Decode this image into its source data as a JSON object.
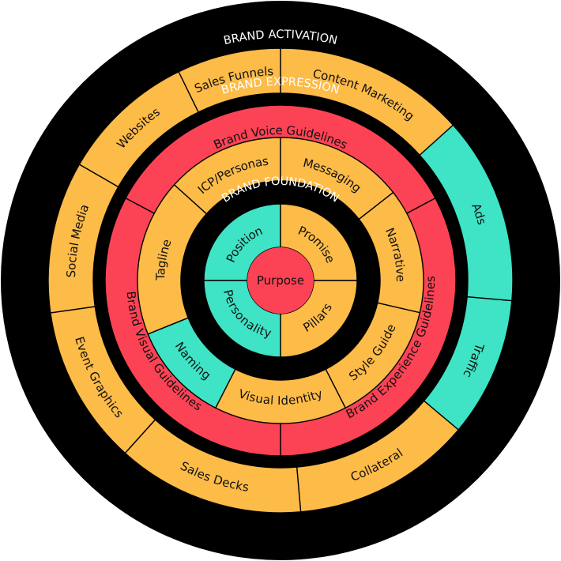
{
  "colors": {
    "yellow": "#FDBB48",
    "teal": "#3FE3C5",
    "red": "#FB4355",
    "black": "#000000",
    "band_text": "#FFFFFF",
    "label_text": "#111111"
  },
  "center": {
    "label": "Purpose",
    "color": "red"
  },
  "rings": [
    {
      "id": "brand-foundation",
      "title": "BRAND FOUNDATION",
      "segments": [
        {
          "label": "Position",
          "color": "teal"
        },
        {
          "label": "Promise",
          "color": "yellow"
        },
        {
          "label": "Pillars",
          "color": "yellow"
        },
        {
          "label": "Personality",
          "color": "teal"
        }
      ]
    },
    {
      "id": "brand-expression-inner",
      "segments": [
        {
          "label": "ICP/Personas",
          "color": "yellow"
        },
        {
          "label": "Messaging",
          "color": "yellow"
        },
        {
          "label": "Narrative",
          "color": "yellow"
        },
        {
          "label": "Style Guide",
          "color": "yellow"
        },
        {
          "label": "Visual Identity",
          "color": "yellow"
        },
        {
          "label": "Naming",
          "color": "teal"
        },
        {
          "label": "Tagline",
          "color": "yellow"
        }
      ]
    },
    {
      "id": "brand-expression-guidelines",
      "title": "BRAND EXPRESSION",
      "segments": [
        {
          "label": "Brand Voice Guidelines",
          "color": "red"
        },
        {
          "label": "Brand Experience Guidelines",
          "color": "red"
        },
        {
          "label": "Brand Visual Guidelines",
          "color": "red"
        }
      ]
    },
    {
      "id": "brand-activation",
      "title": "BRAND ACTIVATION",
      "segments": [
        {
          "label": "Content Marketing",
          "color": "yellow"
        },
        {
          "label": "Ads",
          "color": "teal"
        },
        {
          "label": "Traffic",
          "color": "teal"
        },
        {
          "label": "Collateral",
          "color": "yellow"
        },
        {
          "label": "Sales Decks",
          "color": "yellow"
        },
        {
          "label": "Event Graphics",
          "color": "yellow"
        },
        {
          "label": "Social Media",
          "color": "yellow"
        },
        {
          "label": "Websites",
          "color": "yellow"
        },
        {
          "label": "Sales Funnels",
          "color": "yellow"
        }
      ]
    }
  ]
}
